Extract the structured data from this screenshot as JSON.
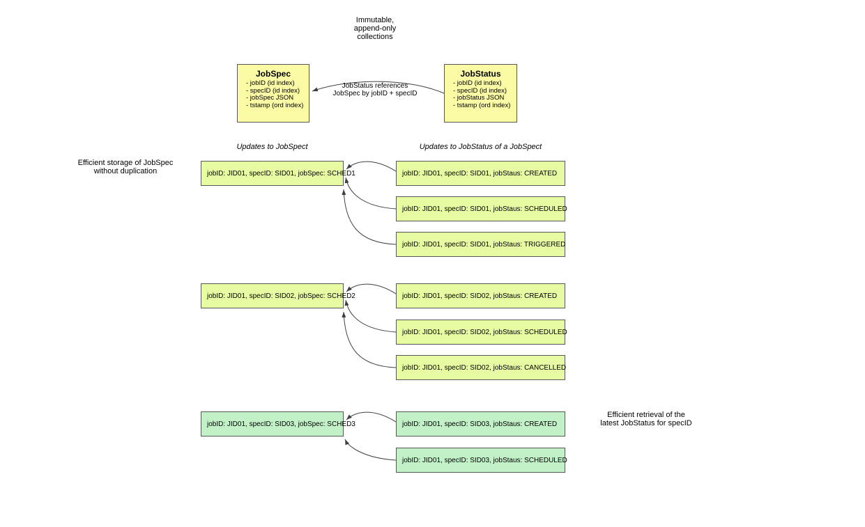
{
  "colors": {
    "entity_yellow": "#fbfba6",
    "group_yellow_green": "#e7fba3",
    "group_mint": "#c2f1c8",
    "box_border": "#565656",
    "arrow": "#3f3f3f"
  },
  "top_note": "Immutable,\nappend-only\ncollections",
  "collections": {
    "jobspec": {
      "title": "JobSpec",
      "fields": [
        "- jobID (id index)",
        "- specID (id index)",
        "- jobSpec JSON",
        "- tstamp (ord index)"
      ]
    },
    "jobstatus": {
      "title": "JobStatus",
      "fields": [
        "- jobID (id index)",
        "- specID (id index)",
        "- jobStatus JSON",
        "- tstamp (ord index)"
      ]
    },
    "reference_label": "JobStatus references\nJobSpec by jobID + specID"
  },
  "column_headers": {
    "left": "Updates to JobSpect",
    "right": "Updates to JobStatus of a JobSpect"
  },
  "annotations": {
    "left": "Efficient storage of JobSpec\nwithout duplication",
    "right": "Efficient retrieval of the\nlatest JobStatus for specID"
  },
  "groups": [
    {
      "spec": "jobID: JID01, specID: SID01, jobSpec: SCHED1",
      "statuses": [
        "jobID: JID01, specID: SID01, jobStaus: CREATED",
        "jobID: JID01, specID: SID01, jobStaus: SCHEDULED",
        "jobID: JID01, specID: SID01, jobStaus: TRIGGERED"
      ]
    },
    {
      "spec": "jobID: JID01, specID: SID02, jobSpec: SCHED2",
      "statuses": [
        "jobID: JID01, specID: SID02, jobStaus: CREATED",
        "jobID: JID01, specID: SID02, jobStaus: SCHEDULED",
        "jobID: JID01, specID: SID02, jobStaus: CANCELLED"
      ]
    },
    {
      "spec": "jobID: JID01, specID: SID03, jobSpec: SCHED3",
      "statuses": [
        "jobID: JID01, specID: SID03, jobStaus: CREATED",
        "jobID: JID01, specID: SID03, jobStaus: SCHEDULED"
      ]
    }
  ]
}
